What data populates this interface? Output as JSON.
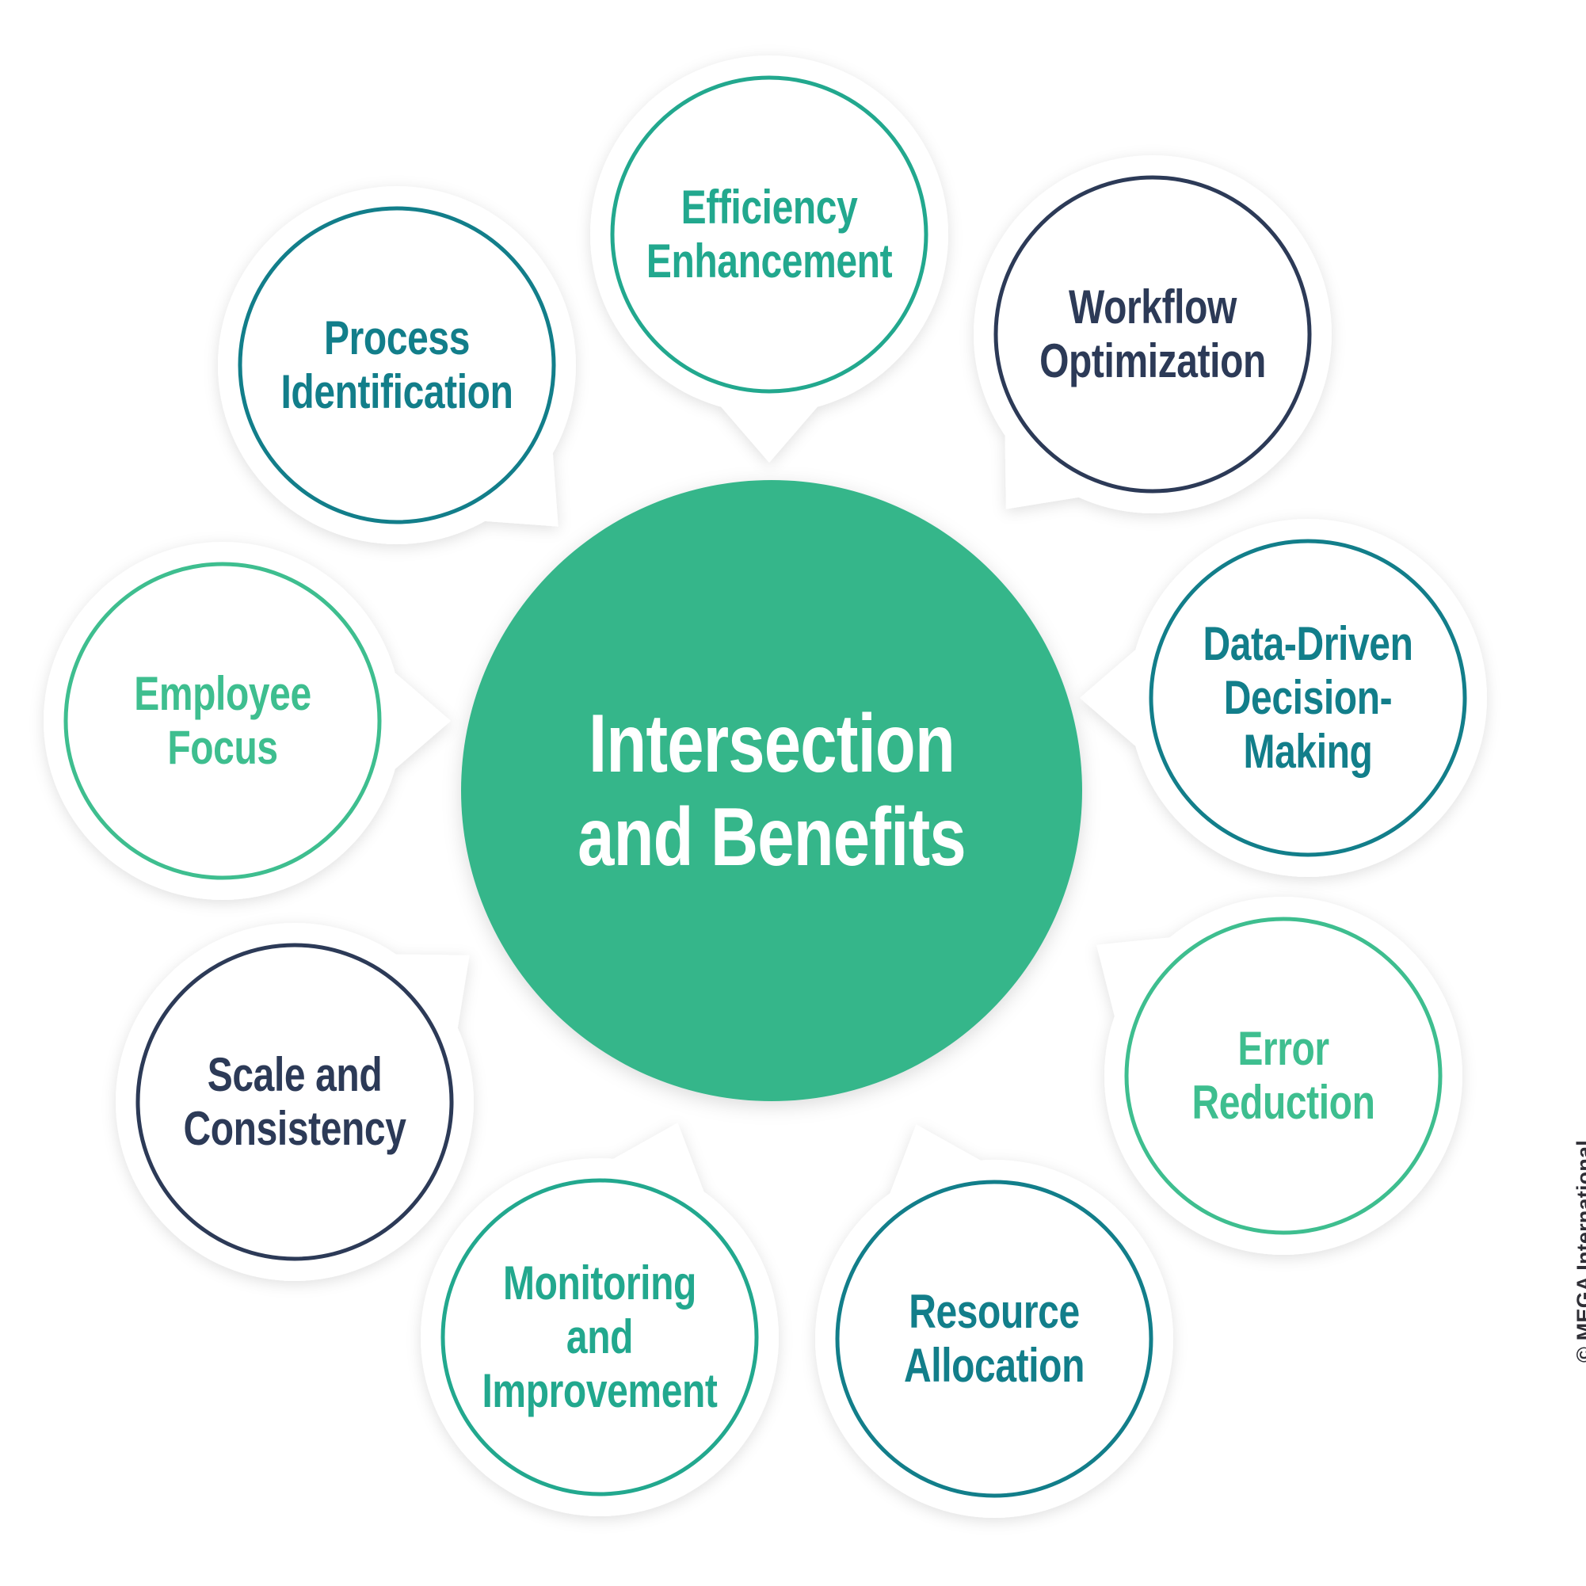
{
  "diagram": {
    "center": {
      "label": "Intersection\nand Benefits",
      "fill": "#36B68A"
    },
    "nodes": [
      {
        "id": "efficiency-enhancement",
        "label": "Efficiency\nEnhancement",
        "color": "#22A88E"
      },
      {
        "id": "workflow-optimization",
        "label": "Workflow\nOptimization",
        "color": "#2C3A57"
      },
      {
        "id": "data-driven-decision-making",
        "label": "Data-Driven\nDecision-Making",
        "color": "#127E8A"
      },
      {
        "id": "error-reduction",
        "label": "Error Reduction",
        "color": "#3EBE8F"
      },
      {
        "id": "resource-allocation",
        "label": "Resource\nAllocation",
        "color": "#127E8A"
      },
      {
        "id": "monitoring-and-improvement",
        "label": "Monitoring and\nImprovement",
        "color": "#22A88E"
      },
      {
        "id": "scale-and-consistency",
        "label": "Scale and\nConsistency",
        "color": "#2C3A57"
      },
      {
        "id": "employee-focus",
        "label": "Employee Focus",
        "color": "#3EBE8F"
      },
      {
        "id": "process-identification",
        "label": "Process\nIdentification",
        "color": "#127E8A"
      }
    ]
  },
  "copyright": "© MEGA International"
}
